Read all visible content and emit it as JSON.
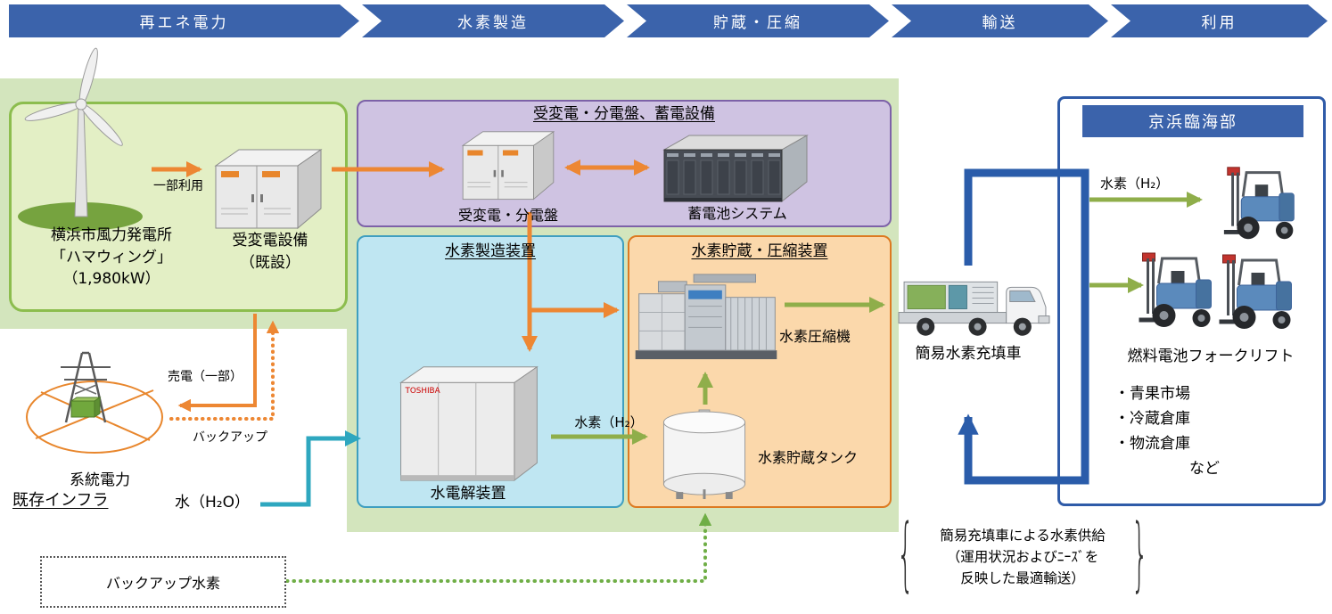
{
  "colors": {
    "banner_blue": "#3b63ab",
    "power_flow_orange": "#ed8733",
    "water_teal": "#2ea7bf",
    "hydrogen_green": "#8fae4a",
    "transport_blue": "#2a5caa",
    "backup_hydrogen_green": "#6fae46",
    "wind_box_green": "#8cbd4e",
    "power_box_purple": "#7d62a8",
    "production_box_cyan": "#3f9fc0",
    "storage_box_orange": "#dd7a21"
  },
  "process_banner": {
    "steps": [
      {
        "label": "再エネ電力"
      },
      {
        "label": "水素製造"
      },
      {
        "label": "貯蔵・圧縮"
      },
      {
        "label": "輸送"
      },
      {
        "label": "利用"
      }
    ]
  },
  "renewable": {
    "windfarm_label": "横浜市風力発電所\n「ハマウィング」\n（1,980kW）",
    "substation_label": "受変電設備\n（既設）",
    "partial_use_label": "一部利用"
  },
  "power_equipment": {
    "title": "受変電・分電盤、蓄電設備",
    "substation_label": "受変電・分電盤",
    "battery_label": "蓄電池システム"
  },
  "hydrogen_production": {
    "title": "水素製造装置",
    "electrolyzer_label": "水電解装置",
    "brand_label": "TOSHIBA",
    "hydrogen_flow_label": "水素（H₂）"
  },
  "hydrogen_storage": {
    "title": "水素貯蔵・圧縮装置",
    "compressor_label": "水素圧縮機",
    "tank_label": "水素貯蔵タンク"
  },
  "grid": {
    "label": "系統電力",
    "sell_label": "売電（一部）",
    "backup_label": "バックアップ",
    "infrastructure_label": "既存インフラ",
    "water_label": "水（H₂O）"
  },
  "backup_hydrogen": {
    "label": "バックアップ水素"
  },
  "transport": {
    "truck_label": "簡易水素充填車",
    "note_lines": "簡易充填車による水素供給\n（運用状況およびﾆｰｽﾞを\n反映した最適輸送）"
  },
  "usage_area": {
    "title": "京浜臨海部",
    "hydrogen_label": "水素（H₂）",
    "forklift_label": "燃料電池フォークリフト",
    "sites": [
      "・青果市場",
      "・冷蔵倉庫",
      "・物流倉庫",
      "など"
    ]
  }
}
